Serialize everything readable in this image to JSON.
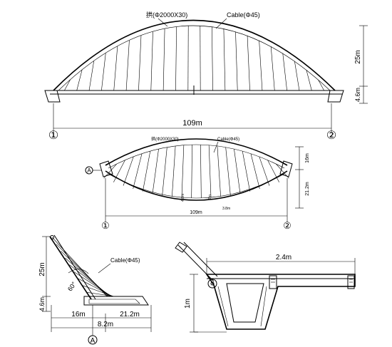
{
  "elevation": {
    "arch_label": "拱(Φ2000X30)",
    "cable_label": "Cable(Φ45)",
    "height_label": "25m",
    "deck_label": "4.6m",
    "span_label": "109m",
    "axis_1": "①",
    "axis_2": "②"
  },
  "plan": {
    "arch_label": "拱(Φ2000X30)",
    "cable_label": "Cable(Φ45)",
    "width_top_label": "16m",
    "width_bottom_label": "21.2m",
    "span_label": "109m",
    "axis_1": "①",
    "axis_2": "②",
    "section_mark": "A",
    "inner_label_1": "4.8m",
    "inner_label_2": "7m",
    "inner_label_3": "3.8m"
  },
  "section_a": {
    "cable_label": "Cable(Φ45)",
    "height_label": "25m",
    "deck_label": "4.6m",
    "angle_label": "60°",
    "width_a_label": "16m",
    "width_b_label": "21.2m",
    "offset_label": "8.2m",
    "section_mark": "A"
  },
  "detail": {
    "width_label": "2.4m",
    "height_label": "1m"
  }
}
